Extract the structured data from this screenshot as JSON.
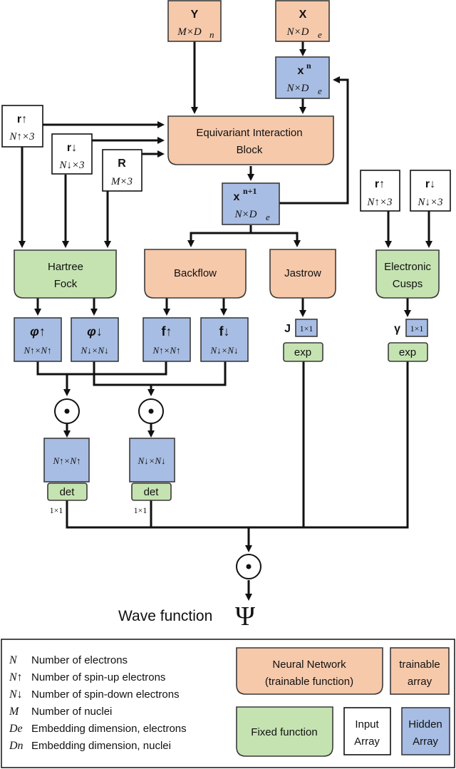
{
  "nodes": {
    "Y": {
      "title": "Y",
      "sub": "M×D",
      "subscript": "n"
    },
    "X": {
      "title": "X",
      "sub": "N×D",
      "subscript": "e"
    },
    "xn": {
      "title": "x",
      "sup": "n",
      "sub": "N×D",
      "subscript": "e"
    },
    "r_up": {
      "title": "r↑",
      "sub": "N↑×3"
    },
    "r_down": {
      "title": "r↓",
      "sub": "N↓×3"
    },
    "R": {
      "title": "R",
      "sub": "M×3"
    },
    "eib": {
      "line1": "Equivariant Interaction",
      "line2": "Block"
    },
    "xn1": {
      "title": "x",
      "sup": "n+1",
      "sub": "N×D",
      "subscript": "e"
    },
    "r_up2": {
      "title": "r↑",
      "sub": "N↑×3"
    },
    "r_down2": {
      "title": "r↓",
      "sub": "N↓×3"
    },
    "hf": {
      "line1": "Hartree",
      "line2": "Fock"
    },
    "backflow": {
      "label": "Backflow"
    },
    "jastrow": {
      "label": "Jastrow"
    },
    "cusps": {
      "line1": "Electronic",
      "line2": "Cusps"
    },
    "phi_up": {
      "title": "φ↑",
      "sub": "N↑×N↑"
    },
    "phi_down": {
      "title": "φ↓",
      "sub": "N↓×N↓"
    },
    "f_up": {
      "title": "f↑",
      "sub": "N↑×N↑"
    },
    "f_down": {
      "title": "f↓",
      "sub": "N↓×N↓"
    },
    "J": {
      "title": "J",
      "size": "1×1"
    },
    "gamma": {
      "title": "γ",
      "size": "1×1"
    },
    "exp1": {
      "label": "exp"
    },
    "exp2": {
      "label": "exp"
    },
    "odot1": {
      "label": "⊙"
    },
    "odot2": {
      "label": "⊙"
    },
    "odot3": {
      "label": "⊙"
    },
    "mat_up": {
      "sub": "N↑×N↑"
    },
    "mat_down": {
      "sub": "N↓×N↓"
    },
    "det1": {
      "label": "det",
      "size": "1×1"
    },
    "det2": {
      "label": "det",
      "size": "1×1"
    },
    "wave": {
      "label": "Wave function",
      "symbol": "Ψ"
    }
  },
  "legend": {
    "symbols": [
      {
        "sym": "N",
        "desc": "Number of electrons"
      },
      {
        "sym": "N↑",
        "desc": "Number of spin-up electrons"
      },
      {
        "sym": "N↓",
        "desc": "Number of spin-down electrons"
      },
      {
        "sym": "M",
        "desc": "Number of nuclei"
      },
      {
        "sym": "De",
        "desc": "Embedding dimension, electrons"
      },
      {
        "sym": "Dn",
        "desc": "Embedding dimension, nuclei"
      }
    ],
    "neural": {
      "line1": "Neural Network",
      "line2": "(trainable function)"
    },
    "trainable": {
      "line1": "trainable",
      "line2": "array"
    },
    "fixed": {
      "label": "Fixed function"
    },
    "input": {
      "line1": "Input",
      "line2": "Array"
    },
    "hidden": {
      "line1": "Hidden",
      "line2": "Array"
    }
  },
  "colors": {
    "orange": "#f6c9ab",
    "blue": "#a8bde3",
    "green": "#c5e3b1"
  }
}
